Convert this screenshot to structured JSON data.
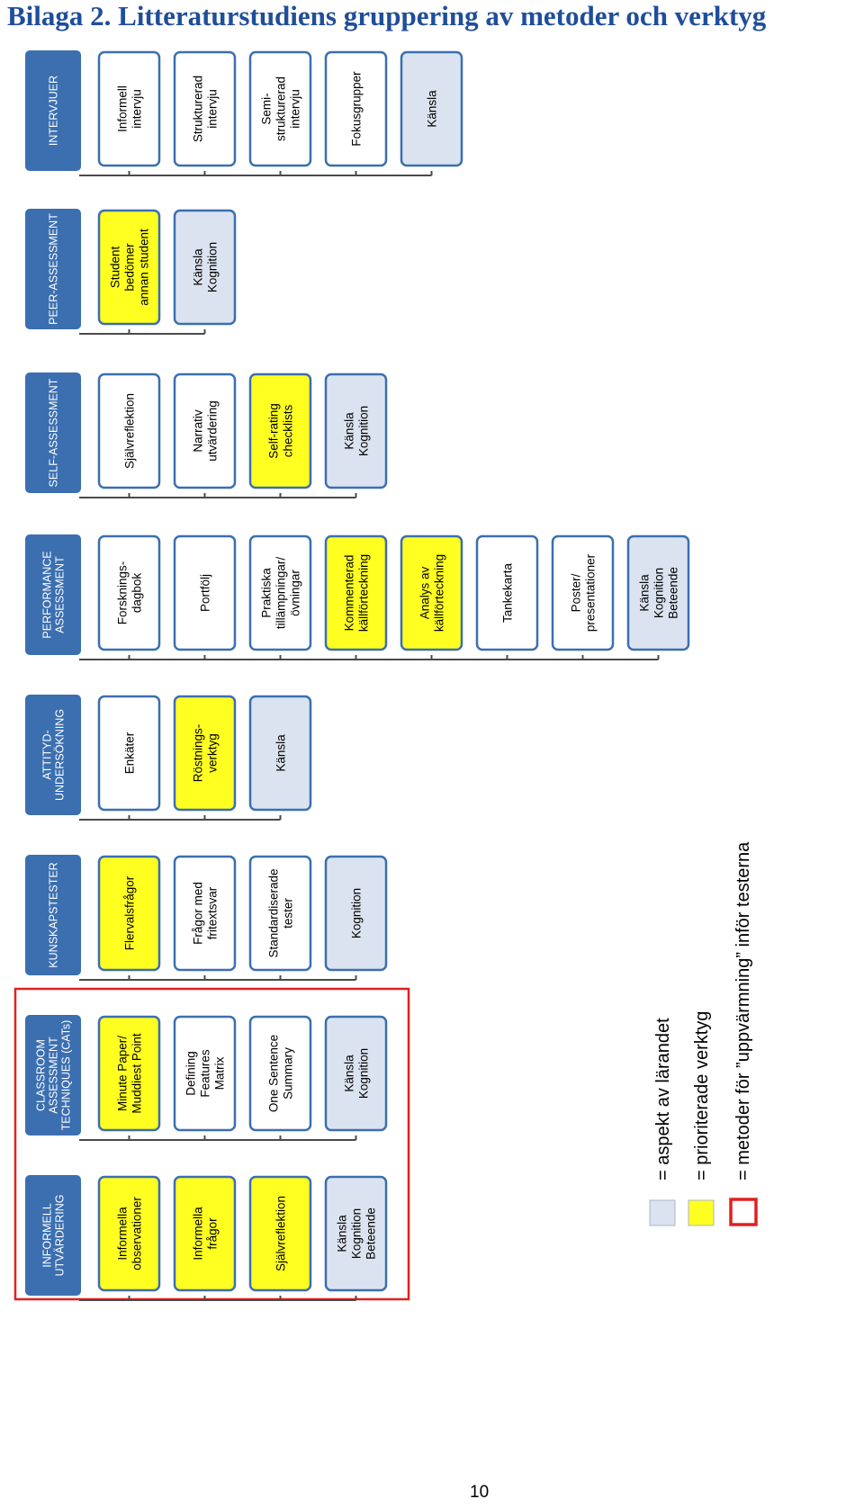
{
  "title": "Bilaga 2. Litteraturstudiens gruppering av metoder och verktyg",
  "page_number": "10",
  "colors": {
    "header": "#3b6fb0",
    "header_text": "#ffffff",
    "box_border": "#3b6fb0",
    "plain_fill": "#ffffff",
    "aspect_fill": "#dbe3f0",
    "priority_fill": "#ffff21",
    "warmup_border": "#e02020",
    "connector": "#4a4a4a"
  },
  "columns": [
    {
      "header": [
        "INFORMELL",
        "UTVÄRDERING"
      ],
      "items": [
        {
          "lines": [
            "Informella",
            "observationer"
          ],
          "kind": "priority"
        },
        {
          "lines": [
            "Informella",
            "frågor"
          ],
          "kind": "priority"
        },
        {
          "lines": [
            "Självreflektion"
          ],
          "kind": "priority"
        },
        {
          "lines": [
            "Känsla",
            "Kognition",
            "Beteende"
          ],
          "kind": "aspect"
        }
      ]
    },
    {
      "header": [
        "CLASSROOM",
        "ASSESSMENT",
        "TECHNIQUES (CATs)"
      ],
      "items": [
        {
          "lines": [
            "Minute Paper/",
            "Muddiest Point"
          ],
          "kind": "priority"
        },
        {
          "lines": [
            "Defining",
            "Features",
            "Matrix"
          ],
          "kind": "plain"
        },
        {
          "lines": [
            "One Sentence",
            "Summary"
          ],
          "kind": "plain"
        },
        {
          "lines": [
            "Känsla",
            "Kognition"
          ],
          "kind": "aspect"
        }
      ]
    },
    {
      "header": [
        "KUNSKAPSTESTER"
      ],
      "items": [
        {
          "lines": [
            "Flervalsfrågor"
          ],
          "kind": "priority"
        },
        {
          "lines": [
            "Frågor med",
            "fritextsvar"
          ],
          "kind": "plain"
        },
        {
          "lines": [
            "Standardiserade",
            "tester"
          ],
          "kind": "plain"
        },
        {
          "lines": [
            "Kognition"
          ],
          "kind": "aspect"
        }
      ]
    },
    {
      "header": [
        "ATTITYD-",
        "UNDERSÖKNING"
      ],
      "items": [
        {
          "lines": [
            "Enkäter"
          ],
          "kind": "plain"
        },
        {
          "lines": [
            "Röstnings-",
            "verktyg"
          ],
          "kind": "priority"
        },
        {
          "lines": [
            "Känsla"
          ],
          "kind": "aspect"
        }
      ]
    },
    {
      "header": [
        "PERFORMANCE",
        "ASSESSMENT"
      ],
      "items": [
        {
          "lines": [
            "Forsknings-",
            "dagbok"
          ],
          "kind": "plain"
        },
        {
          "lines": [
            "Portfölj"
          ],
          "kind": "plain"
        },
        {
          "lines": [
            "Praktiska",
            "tillämpningar/",
            "övningar"
          ],
          "kind": "plain"
        },
        {
          "lines": [
            "Kommenterad",
            "källförteckning"
          ],
          "kind": "priority"
        },
        {
          "lines": [
            "Analys av",
            "källförteckning"
          ],
          "kind": "priority"
        },
        {
          "lines": [
            "Tankekarta"
          ],
          "kind": "plain"
        },
        {
          "lines": [
            "Poster/",
            "presentationer"
          ],
          "kind": "plain"
        },
        {
          "lines": [
            "Känsla",
            "Kognition",
            "Beteende"
          ],
          "kind": "aspect"
        }
      ]
    },
    {
      "header": [
        "SELF-ASSESSMENT"
      ],
      "items": [
        {
          "lines": [
            "Självreflektion"
          ],
          "kind": "plain"
        },
        {
          "lines": [
            "Narrativ",
            "utvärdering"
          ],
          "kind": "plain"
        },
        {
          "lines": [
            "Self-rating",
            "checklists"
          ],
          "kind": "priority"
        },
        {
          "lines": [
            "Känsla",
            "Kognition"
          ],
          "kind": "aspect"
        }
      ]
    },
    {
      "header": [
        "PEER-ASSESSMENT"
      ],
      "items": [
        {
          "lines": [
            "Student",
            "bedömer",
            "annan student"
          ],
          "kind": "priority"
        },
        {
          "lines": [
            "Känsla",
            "Kognition"
          ],
          "kind": "aspect"
        }
      ]
    },
    {
      "header": [
        "INTERVJUER"
      ],
      "items": [
        {
          "lines": [
            "Informell",
            "intervju"
          ],
          "kind": "plain"
        },
        {
          "lines": [
            "Strukturerad",
            "intervju"
          ],
          "kind": "plain"
        },
        {
          "lines": [
            "Semi-",
            "strukturerad",
            "intervju"
          ],
          "kind": "plain"
        },
        {
          "lines": [
            "Fokusgrupper"
          ],
          "kind": "plain"
        },
        {
          "lines": [
            "Känsla"
          ],
          "kind": "aspect"
        }
      ]
    }
  ],
  "legend": [
    {
      "kind": "aspect",
      "label": "= aspekt av lärandet"
    },
    {
      "kind": "priority",
      "label": "= prioriterade verktyg"
    },
    {
      "kind": "warmup",
      "label": "= metoder för ”uppvärmning” inför testerna"
    }
  ]
}
